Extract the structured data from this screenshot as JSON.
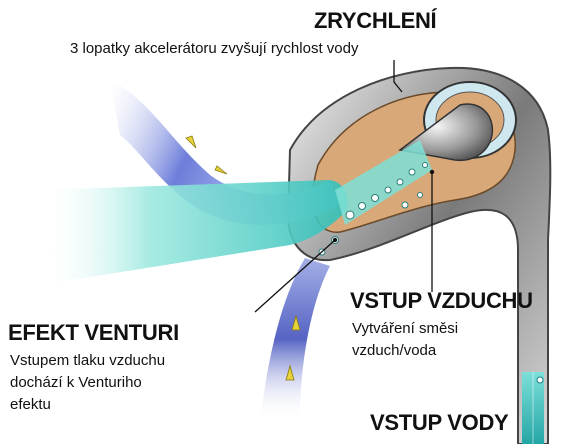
{
  "labels": {
    "zrychleni": {
      "title": "ZRYCHLENÍ",
      "desc": "3 lopatky akcelerátoru zvyšují rychlost vody"
    },
    "vstup_vzduchu": {
      "title": "VSTUP VZDUCHU",
      "desc_lines": [
        "Vytváření směsi",
        "vzduch/voda"
      ]
    },
    "efekt_venturi": {
      "title": "EFEKT VENTURI",
      "desc_lines": [
        "Vstupem tlaku vzduchu",
        "dochází k Venturiho",
        "efektu"
      ]
    },
    "vstup_vody": {
      "title": "VSTUP VODY"
    }
  },
  "colors": {
    "water_blue": "#3f4fc0",
    "water_cyan": "#3fd0c6",
    "chrome": "#6c6c6c",
    "arrow_yellow": "#e7d23a",
    "chamber_tan": "#d8a878"
  }
}
